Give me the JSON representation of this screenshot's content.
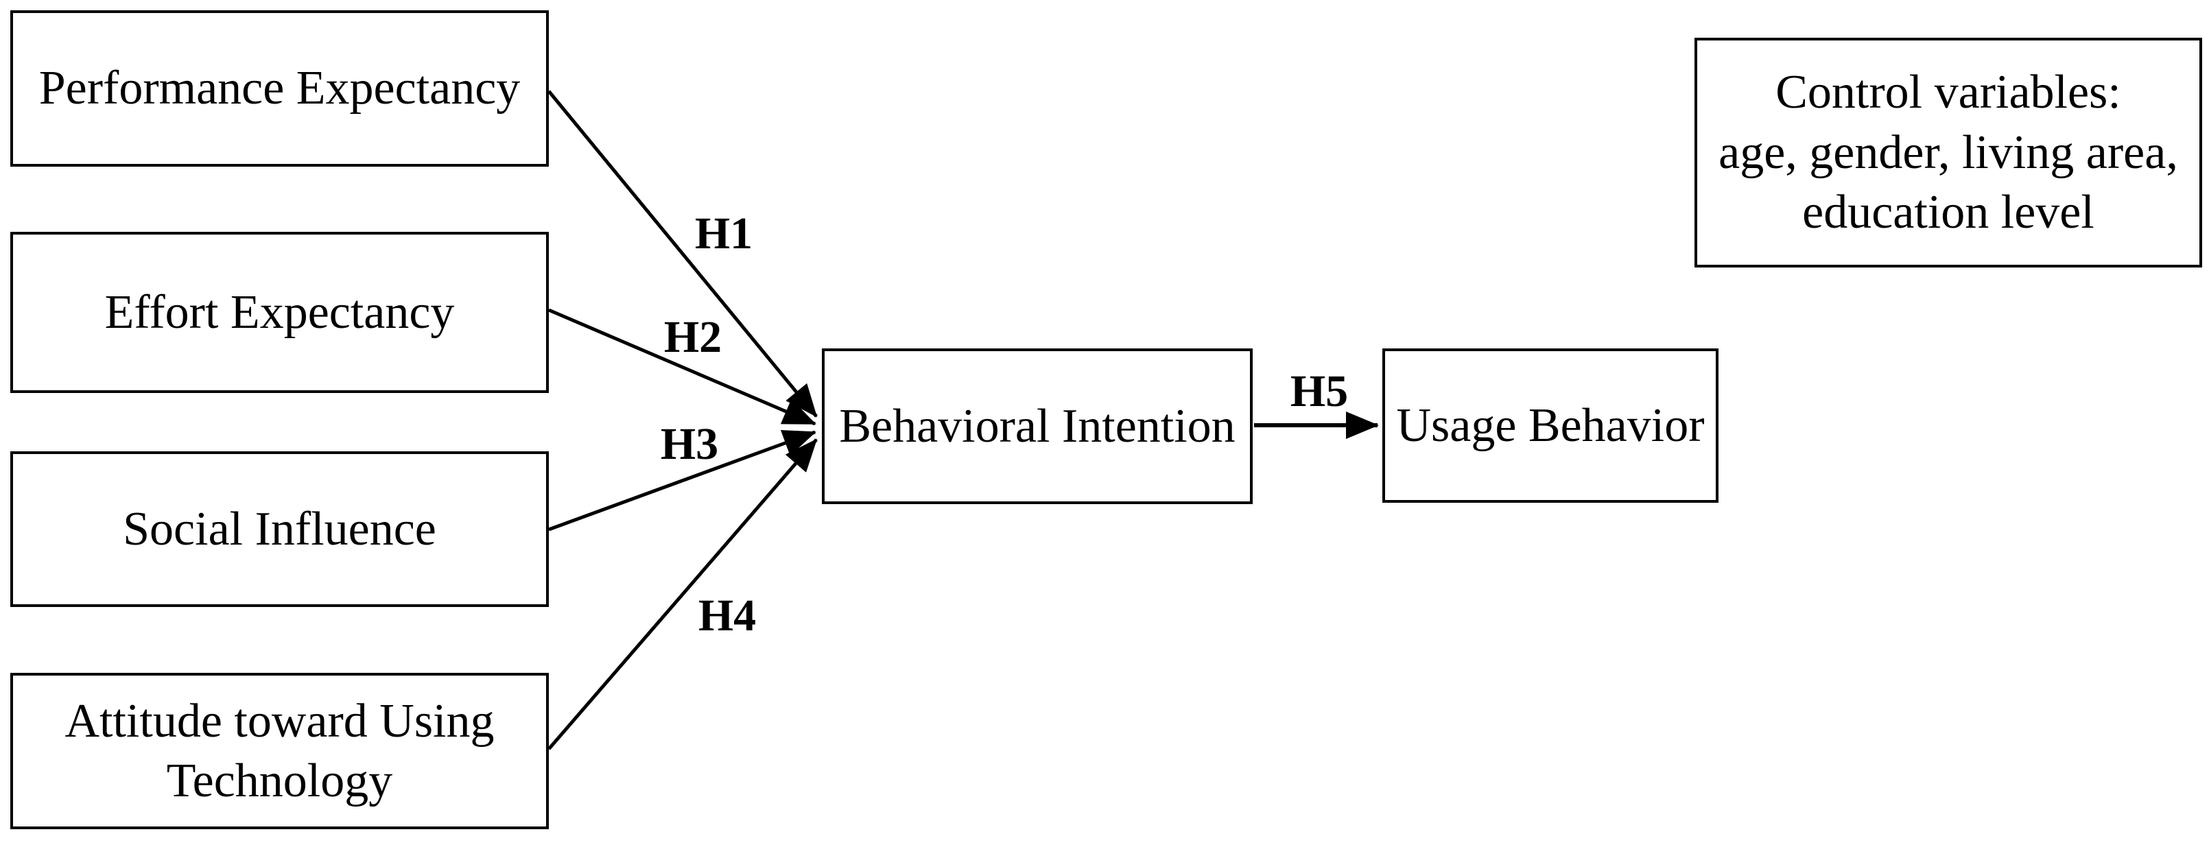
{
  "diagram": {
    "boxes": {
      "performance_expectancy": "Performance Expectancy",
      "effort_expectancy": "Effort Expectancy",
      "social_influence": "Social Influence",
      "attitude": "Attitude toward Using Technology",
      "behavioral_intention": "Behavioral Intention",
      "usage_behavior": "Usage Behavior"
    },
    "control_box": {
      "line1": "Control variables:",
      "line2": "age, gender, living area,",
      "line3": "education level"
    },
    "hypotheses": {
      "h1": "H1",
      "h2": "H2",
      "h3": "H3",
      "h4": "H4",
      "h5": "H5"
    },
    "edges": [
      {
        "from": "Performance Expectancy",
        "to": "Behavioral Intention",
        "label": "H1"
      },
      {
        "from": "Effort Expectancy",
        "to": "Behavioral Intention",
        "label": "H2"
      },
      {
        "from": "Social Influence",
        "to": "Behavioral Intention",
        "label": "H3"
      },
      {
        "from": "Attitude toward Using Technology",
        "to": "Behavioral Intention",
        "label": "H4"
      },
      {
        "from": "Behavioral Intention",
        "to": "Usage Behavior",
        "label": "H5"
      }
    ],
    "colors": {
      "background": "#ffffff",
      "box_border": "#000000",
      "box_fill": "#ffffff",
      "line": "#000000",
      "text": "#000000"
    }
  }
}
